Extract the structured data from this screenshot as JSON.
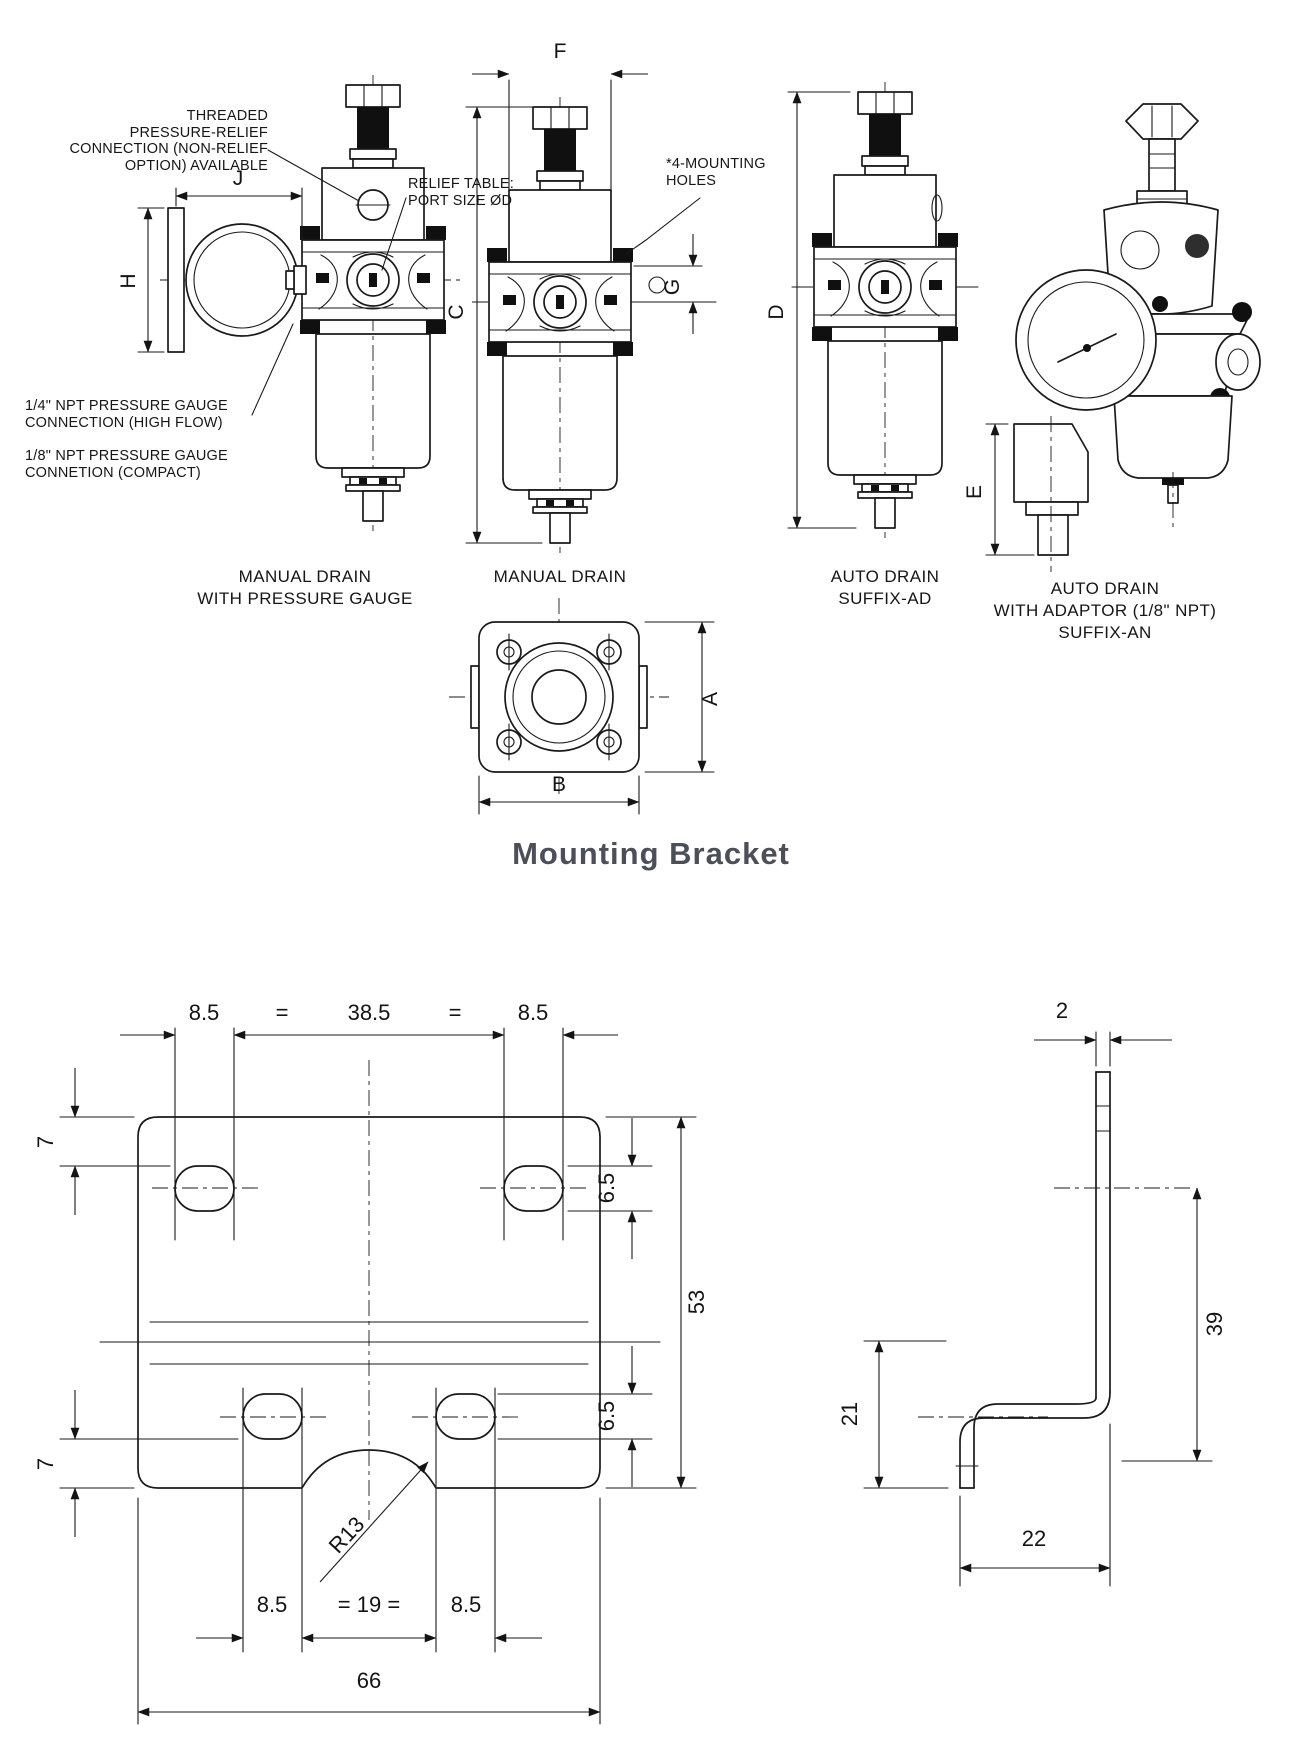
{
  "title": {
    "text": "Mounting Bracket"
  },
  "colors": {
    "line": "#1a1a1a",
    "title": "#4a4f58",
    "background": "#ffffff"
  },
  "callouts": {
    "threaded_relief": "THREADED\nPRESSURE-RELIEF\nCONNECTION (NON-RELIEF\nOPTION) AVAILABLE",
    "relief_table": "RELIEF TABLE:\nPORT SIZE ØD",
    "mounting_holes": "*4-MOUNTING\nHOLES",
    "gauge_high_flow": "1/4\" NPT PRESSURE GAUGE\nCONNECTION (HIGH FLOW)",
    "gauge_compact": "1/8\" NPT PRESSURE GAUGE\nCONNETION (COMPACT)"
  },
  "captions": {
    "view1": "MANUAL DRAIN\nWITH PRESSURE GAUGE",
    "view2": "MANUAL DRAIN",
    "view3": "AUTO DRAIN\nSUFFIX-AD",
    "view4": "AUTO DRAIN\nWITH ADAPTOR (1/8\" NPT)\nSUFFIX-AN"
  },
  "dim_letters": {
    "j": "J",
    "h": "H",
    "f": "F",
    "c": "C",
    "g": "G",
    "d": "D",
    "e": "E",
    "a": "A",
    "b": "B"
  },
  "bracket_front": {
    "top_left": "8.5",
    "eq": "=",
    "top_center": "38.5",
    "top_right": "8.5",
    "left_top": "7",
    "left_bottom": "7",
    "right_top": "6.5",
    "right_height": "53",
    "right_bottom": "6.5",
    "radius": "R13",
    "bottom_left": "8.5",
    "bottom_center": "= 19 =",
    "bottom_right": "8.5",
    "overall_width": "66"
  },
  "bracket_side": {
    "thickness": "2",
    "height": "39",
    "leg": "21",
    "depth": "22"
  }
}
